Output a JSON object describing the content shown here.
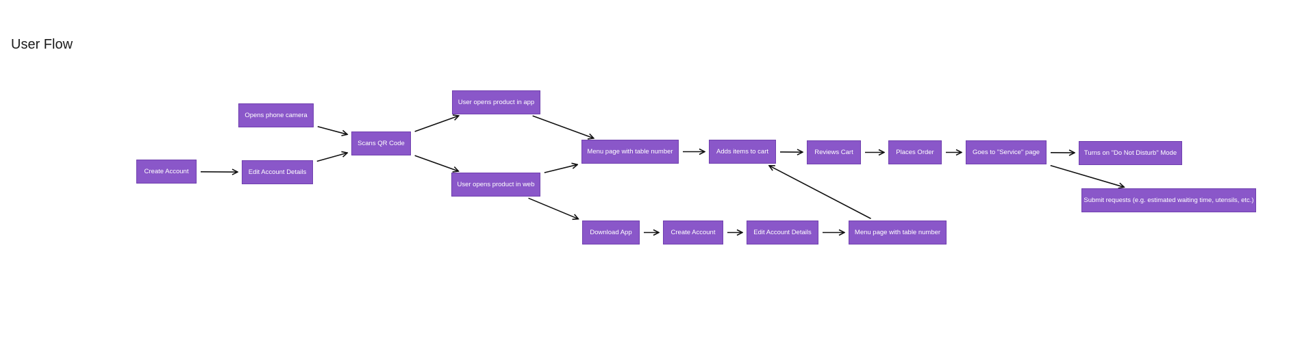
{
  "title": "User Flow",
  "colors": {
    "node_fill": "#8a57c9",
    "node_border": "#6f3fae",
    "node_text": "#ffffff",
    "arrow": "#111111"
  },
  "nodes": {
    "create_account_1": "Create Account",
    "opens_camera": "Opens phone camera",
    "edit_account_1": "Edit Account Details",
    "scans_qr": "Scans QR Code",
    "opens_app": "User opens product in app",
    "opens_web": "User opens product in web",
    "menu_page_1": "Menu page with table number",
    "adds_items": "Adds items to cart",
    "reviews_cart": "Reviews Cart",
    "places_order": "Places Order",
    "service_page": "Goes to \"Service\" page",
    "dnd_mode": "Turns on \"Do Not Disturb\" Mode",
    "submit_requests": "Submit requests (e.g. estimated waiting time, utensils, etc.)",
    "download_app": "Download App",
    "create_account_2": "Create Account",
    "edit_account_2": "Edit Account Details",
    "menu_page_2": "Menu page with table number"
  },
  "edges": [
    [
      "create_account_1",
      "edit_account_1"
    ],
    [
      "opens_camera",
      "scans_qr"
    ],
    [
      "edit_account_1",
      "scans_qr"
    ],
    [
      "scans_qr",
      "opens_app"
    ],
    [
      "scans_qr",
      "opens_web"
    ],
    [
      "opens_app",
      "menu_page_1"
    ],
    [
      "opens_web",
      "menu_page_1"
    ],
    [
      "opens_web",
      "download_app"
    ],
    [
      "menu_page_1",
      "adds_items"
    ],
    [
      "adds_items",
      "reviews_cart"
    ],
    [
      "reviews_cart",
      "places_order"
    ],
    [
      "places_order",
      "service_page"
    ],
    [
      "service_page",
      "dnd_mode"
    ],
    [
      "service_page",
      "submit_requests"
    ],
    [
      "download_app",
      "create_account_2"
    ],
    [
      "create_account_2",
      "edit_account_2"
    ],
    [
      "edit_account_2",
      "menu_page_2"
    ],
    [
      "menu_page_2",
      "adds_items"
    ]
  ]
}
